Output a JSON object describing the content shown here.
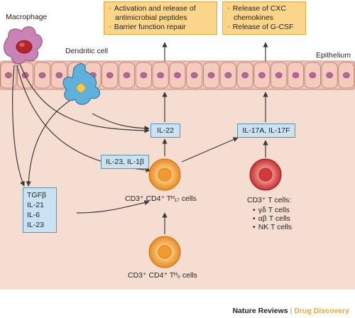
{
  "labels": {
    "macrophage": "Macrophage",
    "dendritic_cell": "Dendritic cell",
    "epithelium": "Epithelium",
    "th17_cells": "CD3⁺ CD4⁺ Tᴴ₁₇ cells",
    "th0_cells": "CD3⁺ CD4⁺ Tᴴ₀ cells",
    "cd3_t_cells": "CD3⁺ T cells:"
  },
  "boxes": {
    "epithelial_effects": [
      "Activation and release of",
      "antimicrobial peptides",
      "Barrier function repair"
    ],
    "neutrophil_effects": [
      "Release of CXC",
      "chemokines",
      "Release of G-CSF"
    ],
    "il22": "IL-22",
    "il17": "IL-17A, IL-17F",
    "il23_il1b": "IL-23, IL-1β",
    "cytokines": [
      "TGFβ",
      "IL-21",
      "IL-6",
      "IL-23"
    ]
  },
  "t_cell_types": [
    "γδ T cells",
    "αβ T cells",
    "NK T cells"
  ],
  "footer": {
    "publisher": "Nature Reviews",
    "journal": "Drug Discovery"
  },
  "colors": {
    "tissue": "#f6ddd2",
    "epithelium": "#f2c3b3",
    "yellow_box": "#fbd68a",
    "blue_box": "#c9e3f2",
    "macrophage": "#c983b5",
    "dendritic": "#5fb1dc",
    "th_cell": "#f3a13a",
    "t_cell": "#d94a4a"
  }
}
